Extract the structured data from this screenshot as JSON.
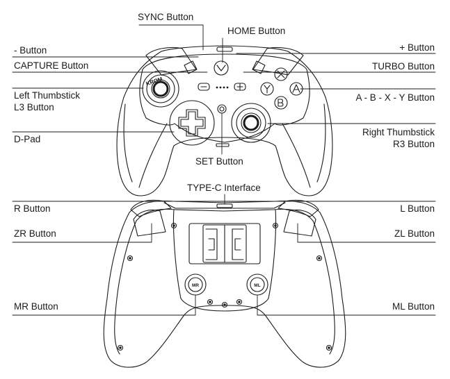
{
  "labels": {
    "sync": "SYNC Button",
    "home": "HOME Button",
    "minus": "- Button",
    "plus": "+ Button",
    "capture": "CAPTURE Button",
    "turbo": "TURBO Button",
    "left_thumb_1": "Left Thumbstick",
    "left_thumb_2": "L3 Button",
    "abxy": "A - B - X - Y Button",
    "dpad": "D-Pad",
    "right_thumb_1": "Right Thumbstick",
    "right_thumb_2": "R3 Button",
    "set": "SET Button",
    "typec": "TYPE-C Interface",
    "r_button": "R Button",
    "l_button": "L Button",
    "zr_button": "ZR Button",
    "zl_button": "ZL Button",
    "mr_button": "MR Button",
    "ml_button": "ML Button"
  },
  "controller": {
    "brand": "KROM",
    "face_buttons": {
      "x": "X",
      "y": "Y",
      "a": "A",
      "b": "B"
    },
    "back_paddles": {
      "mr": "MR",
      "ml": "ML"
    }
  },
  "colors": {
    "line": "#1a1a1a",
    "background": "#ffffff"
  }
}
